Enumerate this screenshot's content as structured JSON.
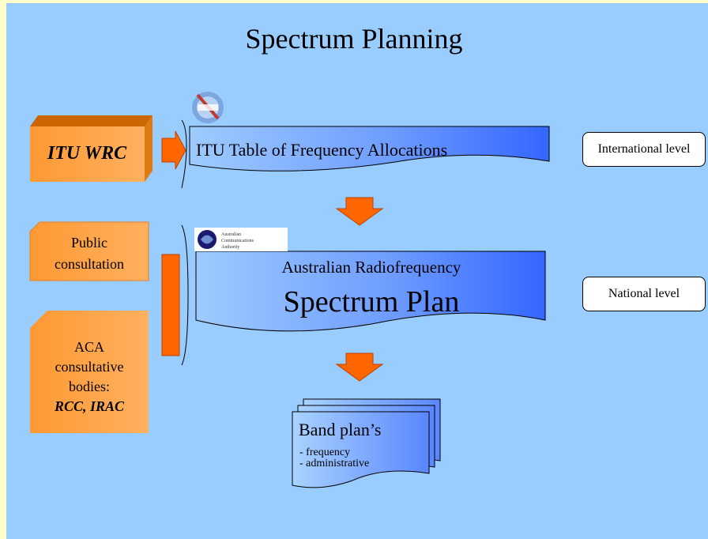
{
  "slide": {
    "title": "Spectrum Planning",
    "inputs": {
      "itu_wrc": "ITU WRC",
      "public_consultation_line1": "Public",
      "public_consultation_line2": "consultation",
      "aca_line1": "ACA",
      "aca_line2": "consultative",
      "aca_line3": "bodies:",
      "aca_line4": "RCC, IRAC"
    },
    "itu_table": "ITU Table of Frequency Allocations",
    "spectrum_plan": {
      "line1": "Australian Radiofrequency",
      "line2": "Spectrum Plan"
    },
    "band_plans": {
      "heading": "Band plan’s",
      "item1": "- frequency",
      "item2": "- administrative"
    },
    "levels": {
      "international": "International level",
      "national": "National level"
    },
    "aca_logo": {
      "line1": "Australian",
      "line2": "Communications",
      "line3": "Authority"
    }
  },
  "colors": {
    "background": "#99ccff",
    "border": "#ffffcc",
    "orange": "#ff9933",
    "arrow_orange": "#ff6600",
    "doc_blue_light": "#99ccff",
    "doc_blue_dark": "#3366ff"
  },
  "icons": [
    "itu-logo-icon",
    "aca-logo-icon",
    "down-arrow-icon",
    "right-arrow-icon"
  ]
}
